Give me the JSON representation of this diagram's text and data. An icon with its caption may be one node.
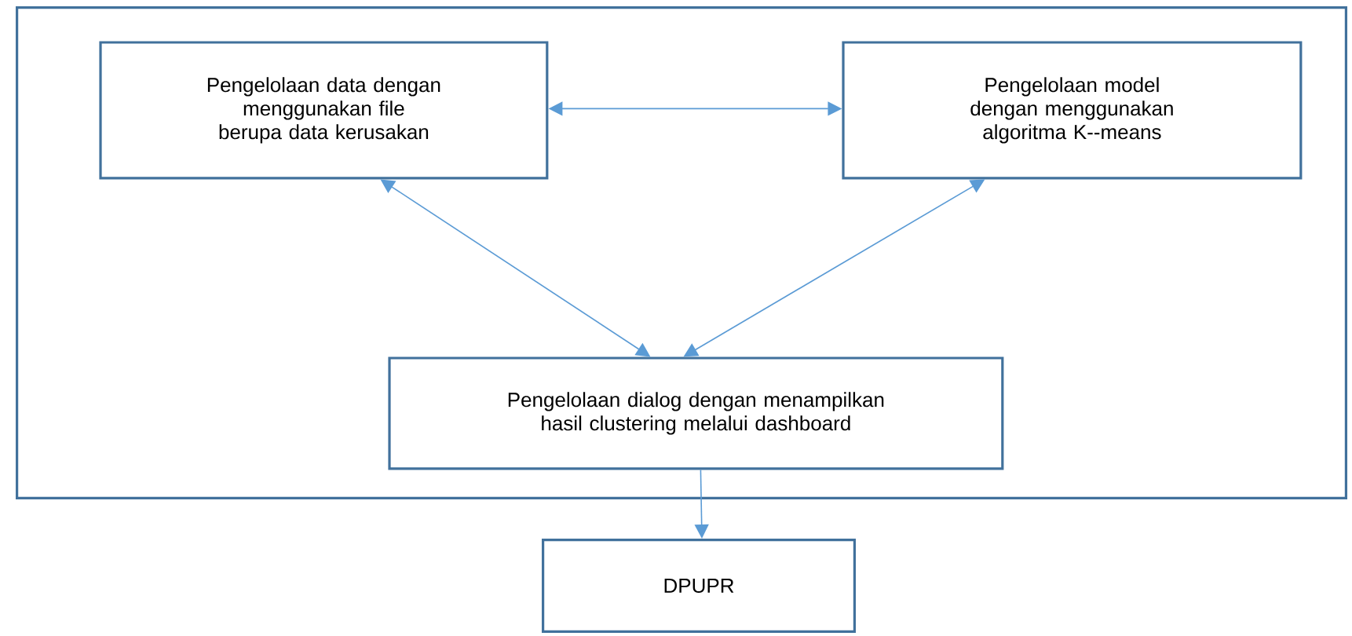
{
  "diagram": {
    "nodes": [
      {
        "text": [],
        "shape": "box"
      },
      {
        "text": [
          "Pengelolaan data dengan menggunakan file berupa data kerusakan"
        ],
        "in": 0
      },
      {
        "text": [
          "Pengelolaan model dengan menggunakan algoritma K--means"
        ],
        "in": 0
      },
      {
        "text": [
          "Pengelolaan dialog dengan menampilkan hasil clustering melalui dashboard"
        ],
        "in": 0
      },
      {
        "text": [
          "DPUPR"
        ]
      }
    ],
    "edges": [
      {
        "from": 1,
        "to": 2,
        "arrow": "both"
      },
      {
        "from": 1,
        "to": 3,
        "arrow": "both"
      },
      {
        "from": 2,
        "to": 3,
        "arrow": "both"
      },
      {
        "from": 3,
        "to": 4,
        "arrow": "to"
      }
    ]
  }
}
